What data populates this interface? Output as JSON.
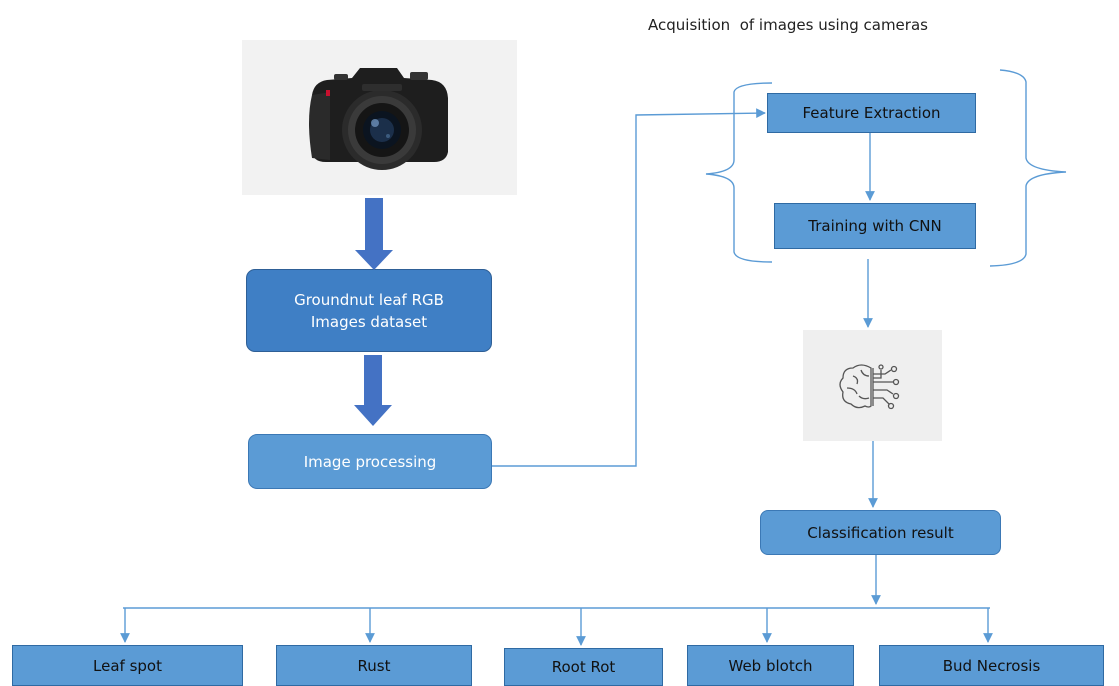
{
  "title": "Acquisition  of images using cameras",
  "nodes": {
    "dataset": "Groundnut  leaf RGB Images dataset",
    "processing": "Image processing",
    "feature": "Feature Extraction",
    "training": "Training with CNN",
    "classification": "Classification result"
  },
  "classes": [
    "Leaf spot",
    "Rust",
    "Root Rot",
    "Web blotch",
    "Bud Necrosis"
  ],
  "icons": {
    "camera": "camera-icon",
    "brain": "brain-circuit-icon"
  },
  "colors": {
    "box_fill": "#5b9bd5",
    "box_dark": "#3f7fc5",
    "arrow": "#4472c4",
    "connector": "#5b9bd5"
  }
}
